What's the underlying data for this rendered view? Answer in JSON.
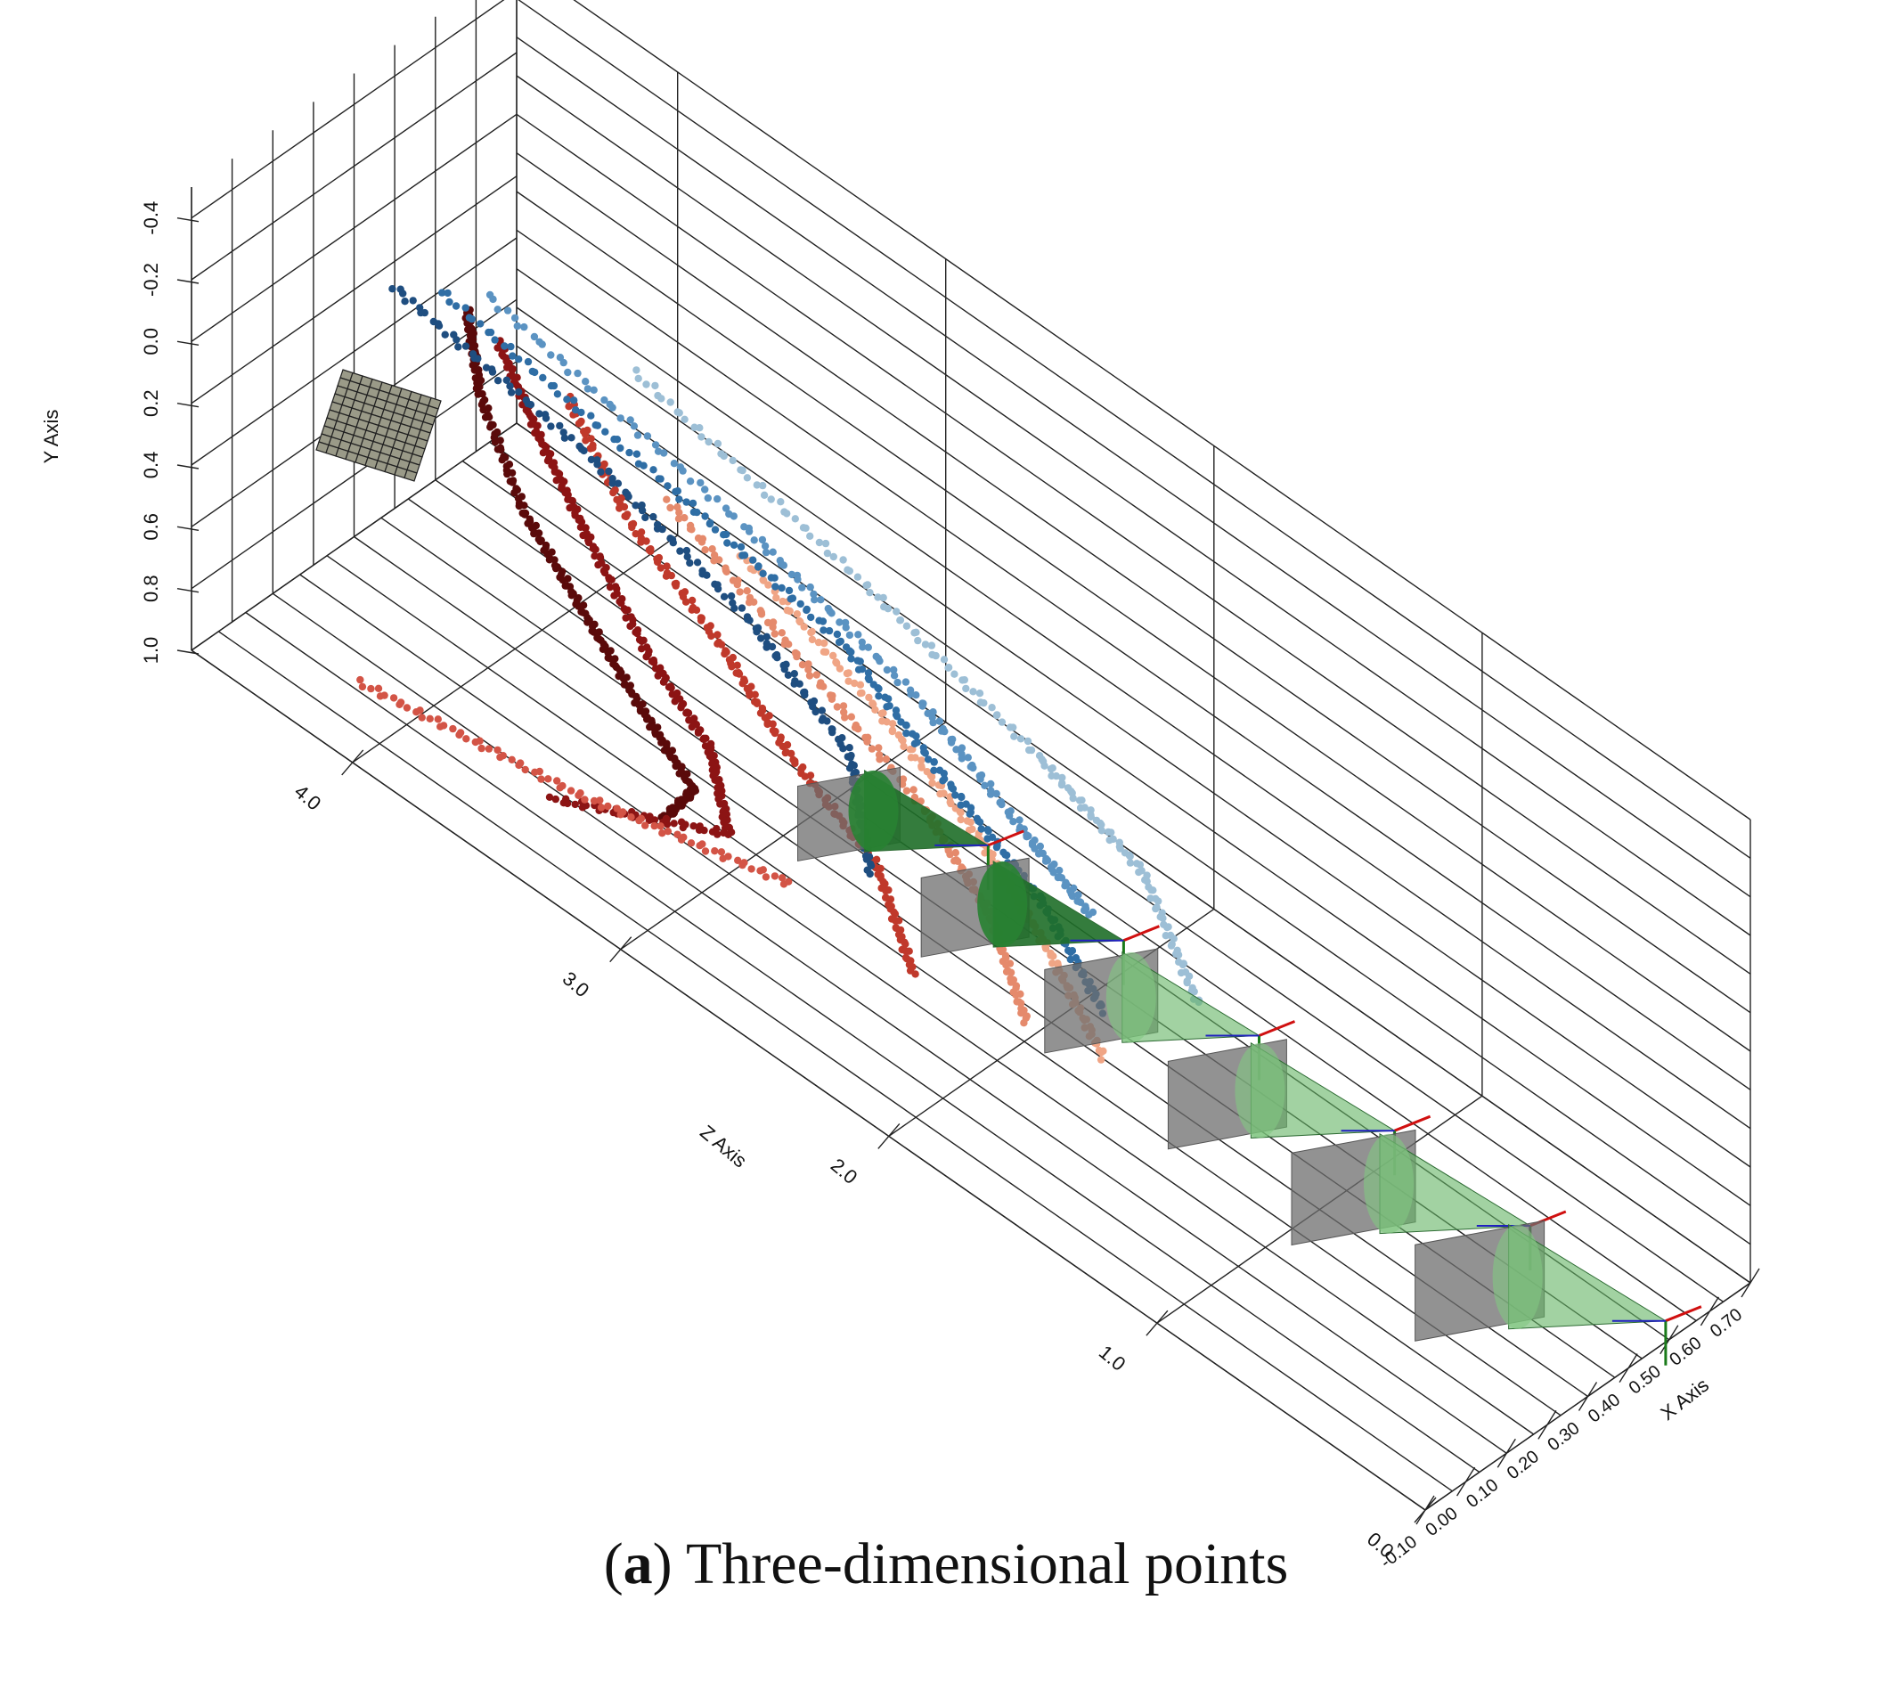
{
  "chart_data": {
    "type": "scatter",
    "title": "",
    "axes": {
      "x": {
        "label": "X Axis",
        "ticks": [
          "-0.10",
          "0.00",
          "0.10",
          "0.20",
          "0.30",
          "0.40",
          "0.50",
          "0.60",
          "0.70"
        ],
        "range": [
          -0.1,
          0.7
        ]
      },
      "y": {
        "label": "Y Axis",
        "ticks": [
          "-0.4",
          "-0.2",
          "0.0",
          "0.2",
          "0.4",
          "0.6",
          "0.8",
          "1.0"
        ],
        "range": [
          -0.5,
          1.0
        ],
        "inverted": true
      },
      "z": {
        "label": "Z Axis",
        "ticks": [
          "0.0",
          "1.0",
          "2.0",
          "3.0",
          "4.0"
        ],
        "range": [
          0.0,
          4.6
        ]
      }
    },
    "grid": true,
    "series": [
      {
        "color": "#5a0a0a",
        "points": [
          [
            0.05,
            -0.45,
            3.8
          ],
          [
            0.05,
            -0.2,
            3.75
          ],
          [
            0.06,
            0.1,
            3.6
          ],
          [
            0.07,
            0.3,
            3.4
          ],
          [
            0.08,
            0.5,
            3.2
          ],
          [
            0.08,
            0.65,
            3.0
          ],
          [
            0.07,
            0.8,
            3.1
          ]
        ]
      },
      {
        "color": "#8c1414",
        "points": [
          [
            0.06,
            -0.4,
            3.7
          ],
          [
            0.07,
            -0.15,
            3.55
          ],
          [
            0.09,
            0.1,
            3.4
          ],
          [
            0.1,
            0.35,
            3.2
          ],
          [
            0.12,
            0.55,
            3.0
          ],
          [
            0.1,
            0.75,
            2.9
          ],
          [
            0.05,
            0.95,
            3.5
          ]
        ]
      },
      {
        "color": "#c0392b",
        "points": [
          [
            0.1,
            -0.3,
            3.5
          ],
          [
            0.12,
            0.0,
            3.3
          ],
          [
            0.15,
            0.25,
            3.0
          ],
          [
            0.18,
            0.5,
            2.8
          ],
          [
            0.2,
            0.7,
            2.5
          ],
          [
            0.16,
            0.9,
            2.3
          ]
        ]
      },
      {
        "color": "#d35446",
        "points": [
          [
            0.05,
            1.0,
            4.2
          ],
          [
            0.12,
            1.0,
            3.5
          ],
          [
            0.2,
            0.95,
            2.8
          ]
        ]
      },
      {
        "color": "#e58a6c",
        "points": [
          [
            0.15,
            -0.1,
            3.2
          ],
          [
            0.2,
            0.2,
            2.8
          ],
          [
            0.25,
            0.5,
            2.4
          ],
          [
            0.28,
            0.75,
            2.2
          ],
          [
            0.24,
            0.95,
            2.0
          ]
        ]
      },
      {
        "color": "#f0a585",
        "points": [
          [
            0.2,
            0.0,
            3.0
          ],
          [
            0.26,
            0.3,
            2.6
          ],
          [
            0.32,
            0.6,
            2.3
          ],
          [
            0.35,
            0.85,
            2.1
          ],
          [
            0.3,
            1.0,
            1.8
          ]
        ]
      },
      {
        "color": "#1f4e80",
        "points": [
          [
            0.0,
            -0.45,
            4.0
          ],
          [
            0.08,
            -0.2,
            3.4
          ],
          [
            0.15,
            0.1,
            2.9
          ],
          [
            0.2,
            0.4,
            2.6
          ],
          [
            0.12,
            0.6,
            2.4
          ]
        ]
      },
      {
        "color": "#2f6ea5",
        "points": [
          [
            0.05,
            -0.45,
            3.9
          ],
          [
            0.15,
            -0.15,
            3.2
          ],
          [
            0.25,
            0.15,
            2.7
          ],
          [
            0.3,
            0.45,
            2.4
          ],
          [
            0.34,
            0.7,
            2.1
          ],
          [
            0.3,
            0.85,
            1.8
          ]
        ]
      },
      {
        "color": "#5b93c2",
        "points": [
          [
            0.1,
            -0.45,
            3.8
          ],
          [
            0.2,
            -0.1,
            3.0
          ],
          [
            0.3,
            0.25,
            2.5
          ],
          [
            0.36,
            0.55,
            2.2
          ],
          [
            0.4,
            0.75,
            2.0
          ]
        ]
      },
      {
        "color": "#9dbfd6",
        "points": [
          [
            0.2,
            -0.35,
            3.4
          ],
          [
            0.3,
            0.0,
            2.7
          ],
          [
            0.4,
            0.35,
            2.2
          ],
          [
            0.46,
            0.6,
            1.9
          ],
          [
            0.4,
            0.8,
            1.6
          ]
        ]
      }
    ],
    "camera_poses": 6,
    "calibration_target": "checkerboard"
  },
  "caption": {
    "label": "a",
    "text": " Three-dimensional points"
  }
}
